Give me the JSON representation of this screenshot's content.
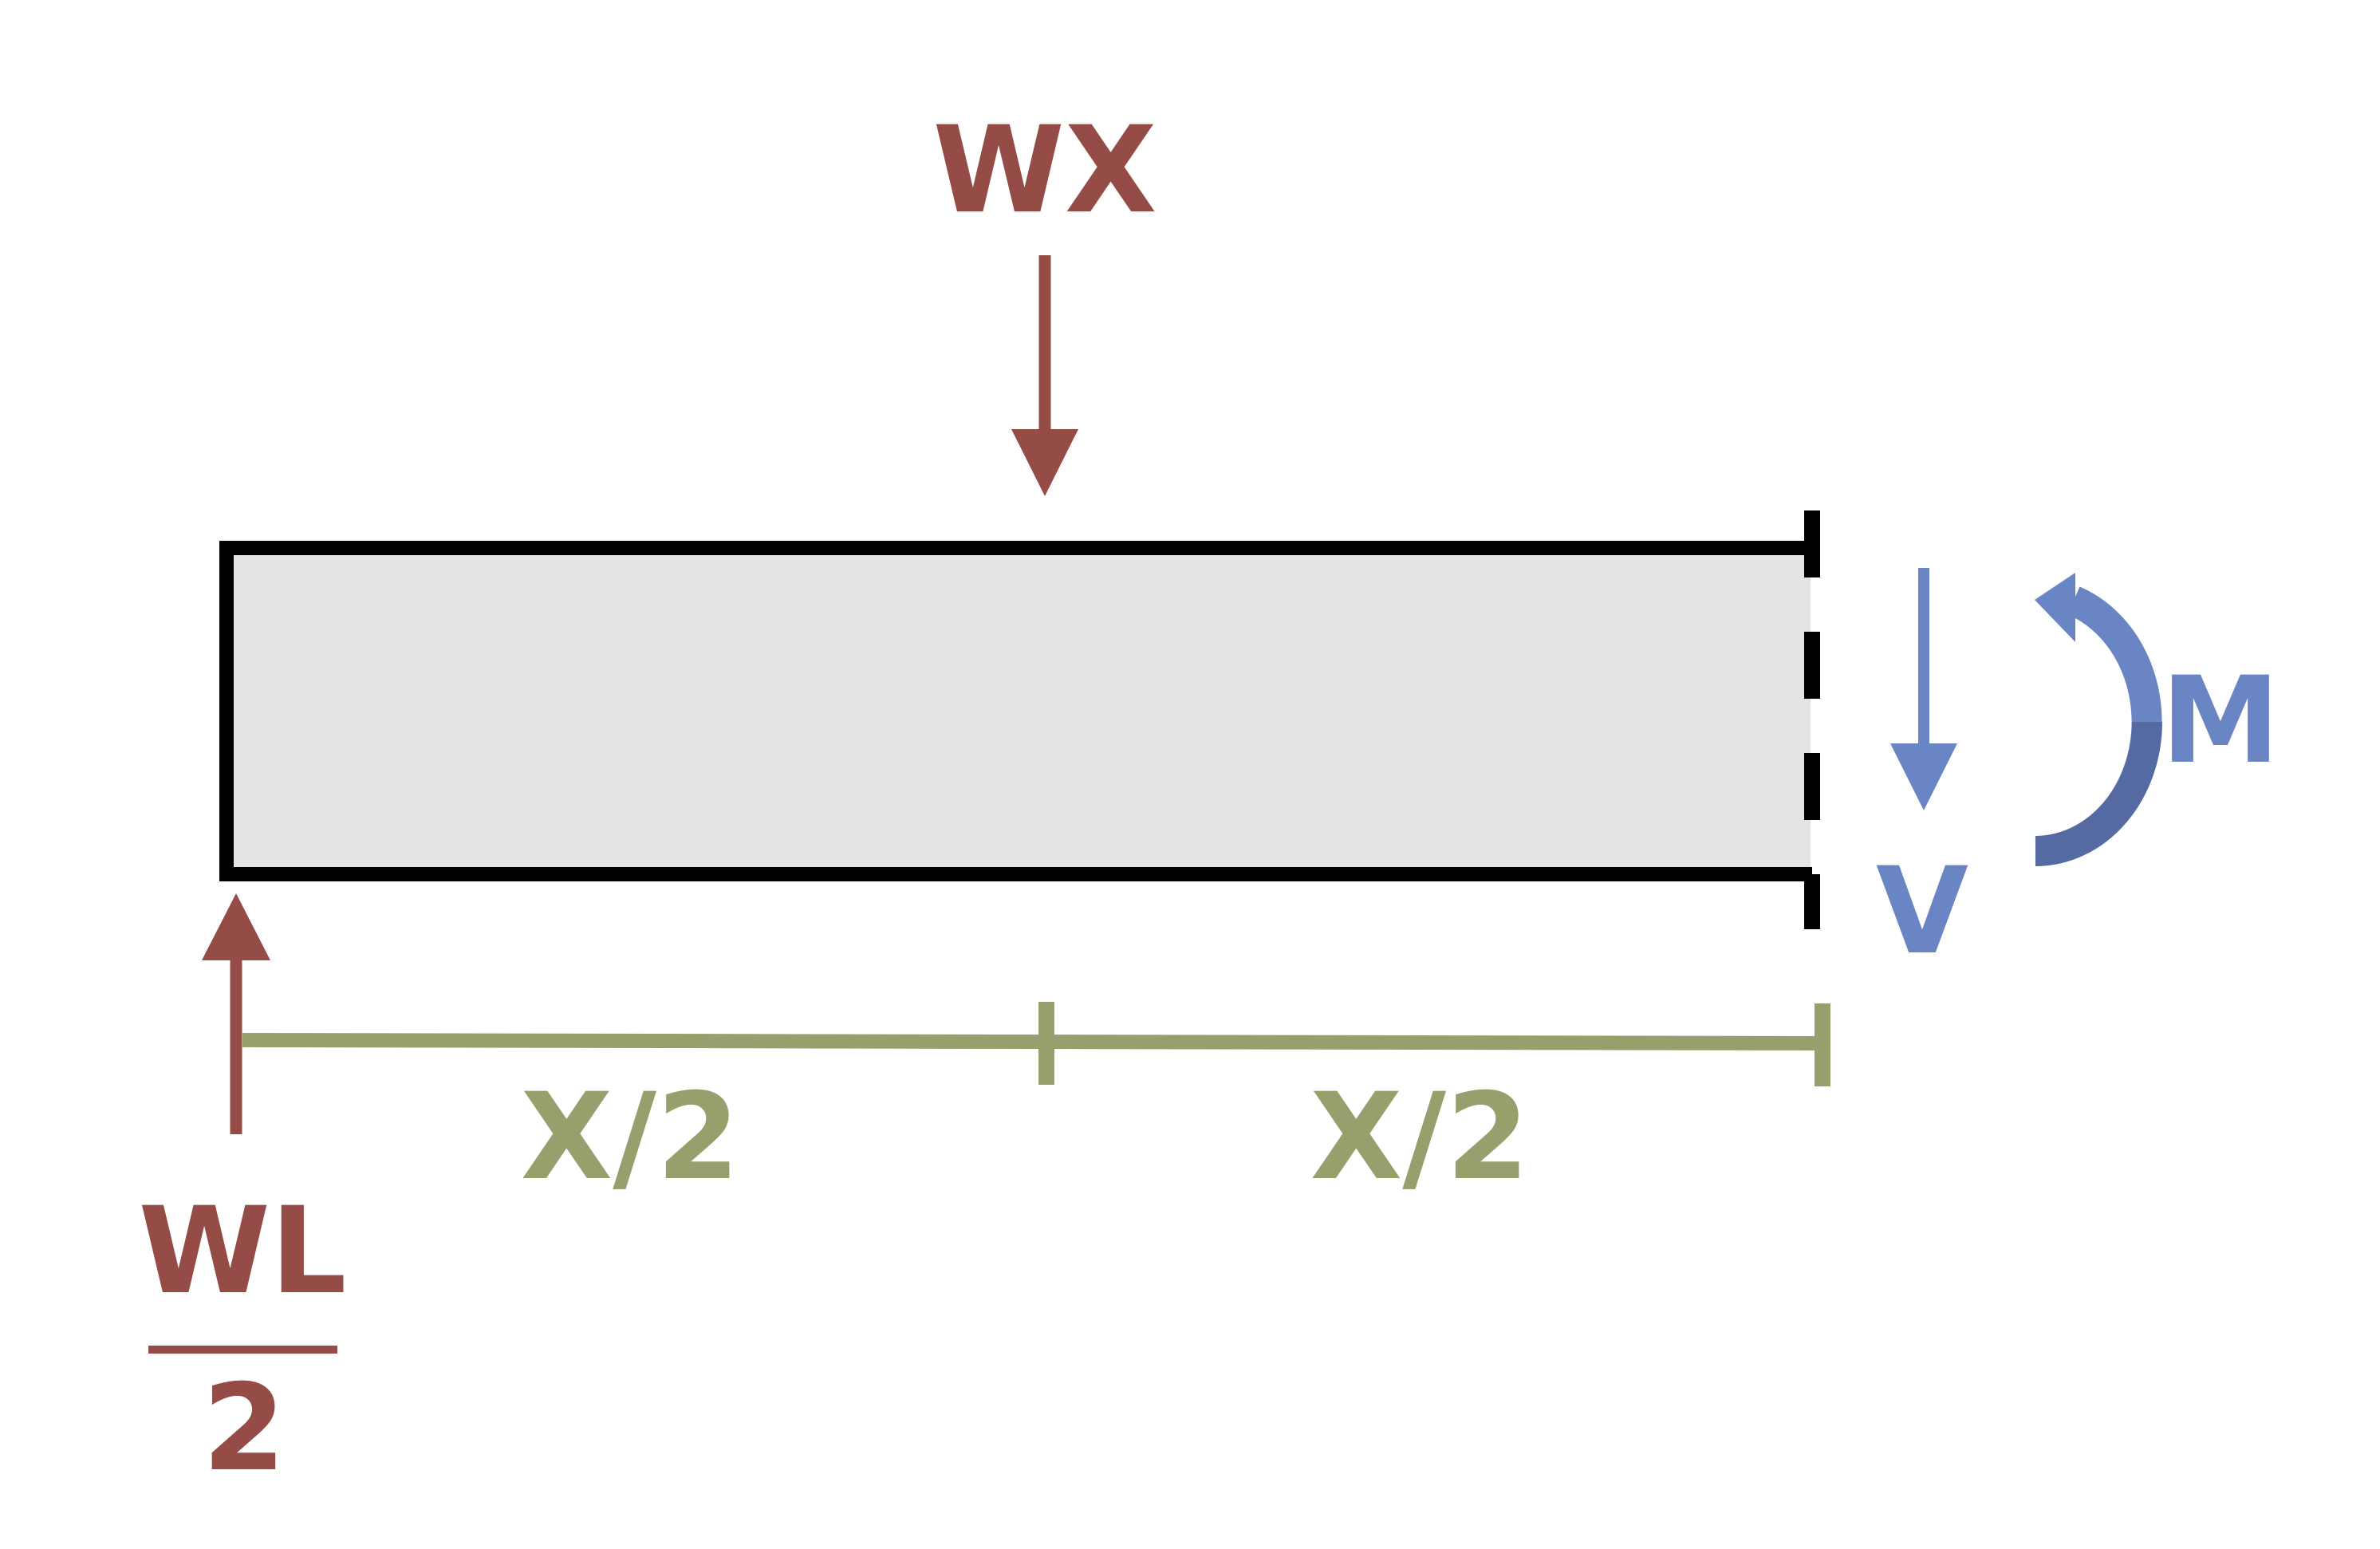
{
  "labels": {
    "applied_load": "WX",
    "reaction_numerator": "WL",
    "reaction_denominator": "2",
    "shear": "V",
    "moment": "M",
    "left_half": "X/2",
    "right_half": "X/2"
  },
  "colors": {
    "load": "#954b46",
    "dimension": "#95a06d",
    "internal": "#6a85c3",
    "internal_dark": "#556aa3",
    "beam_fill": "#e4e4e4",
    "beam_outline": "#000000"
  }
}
